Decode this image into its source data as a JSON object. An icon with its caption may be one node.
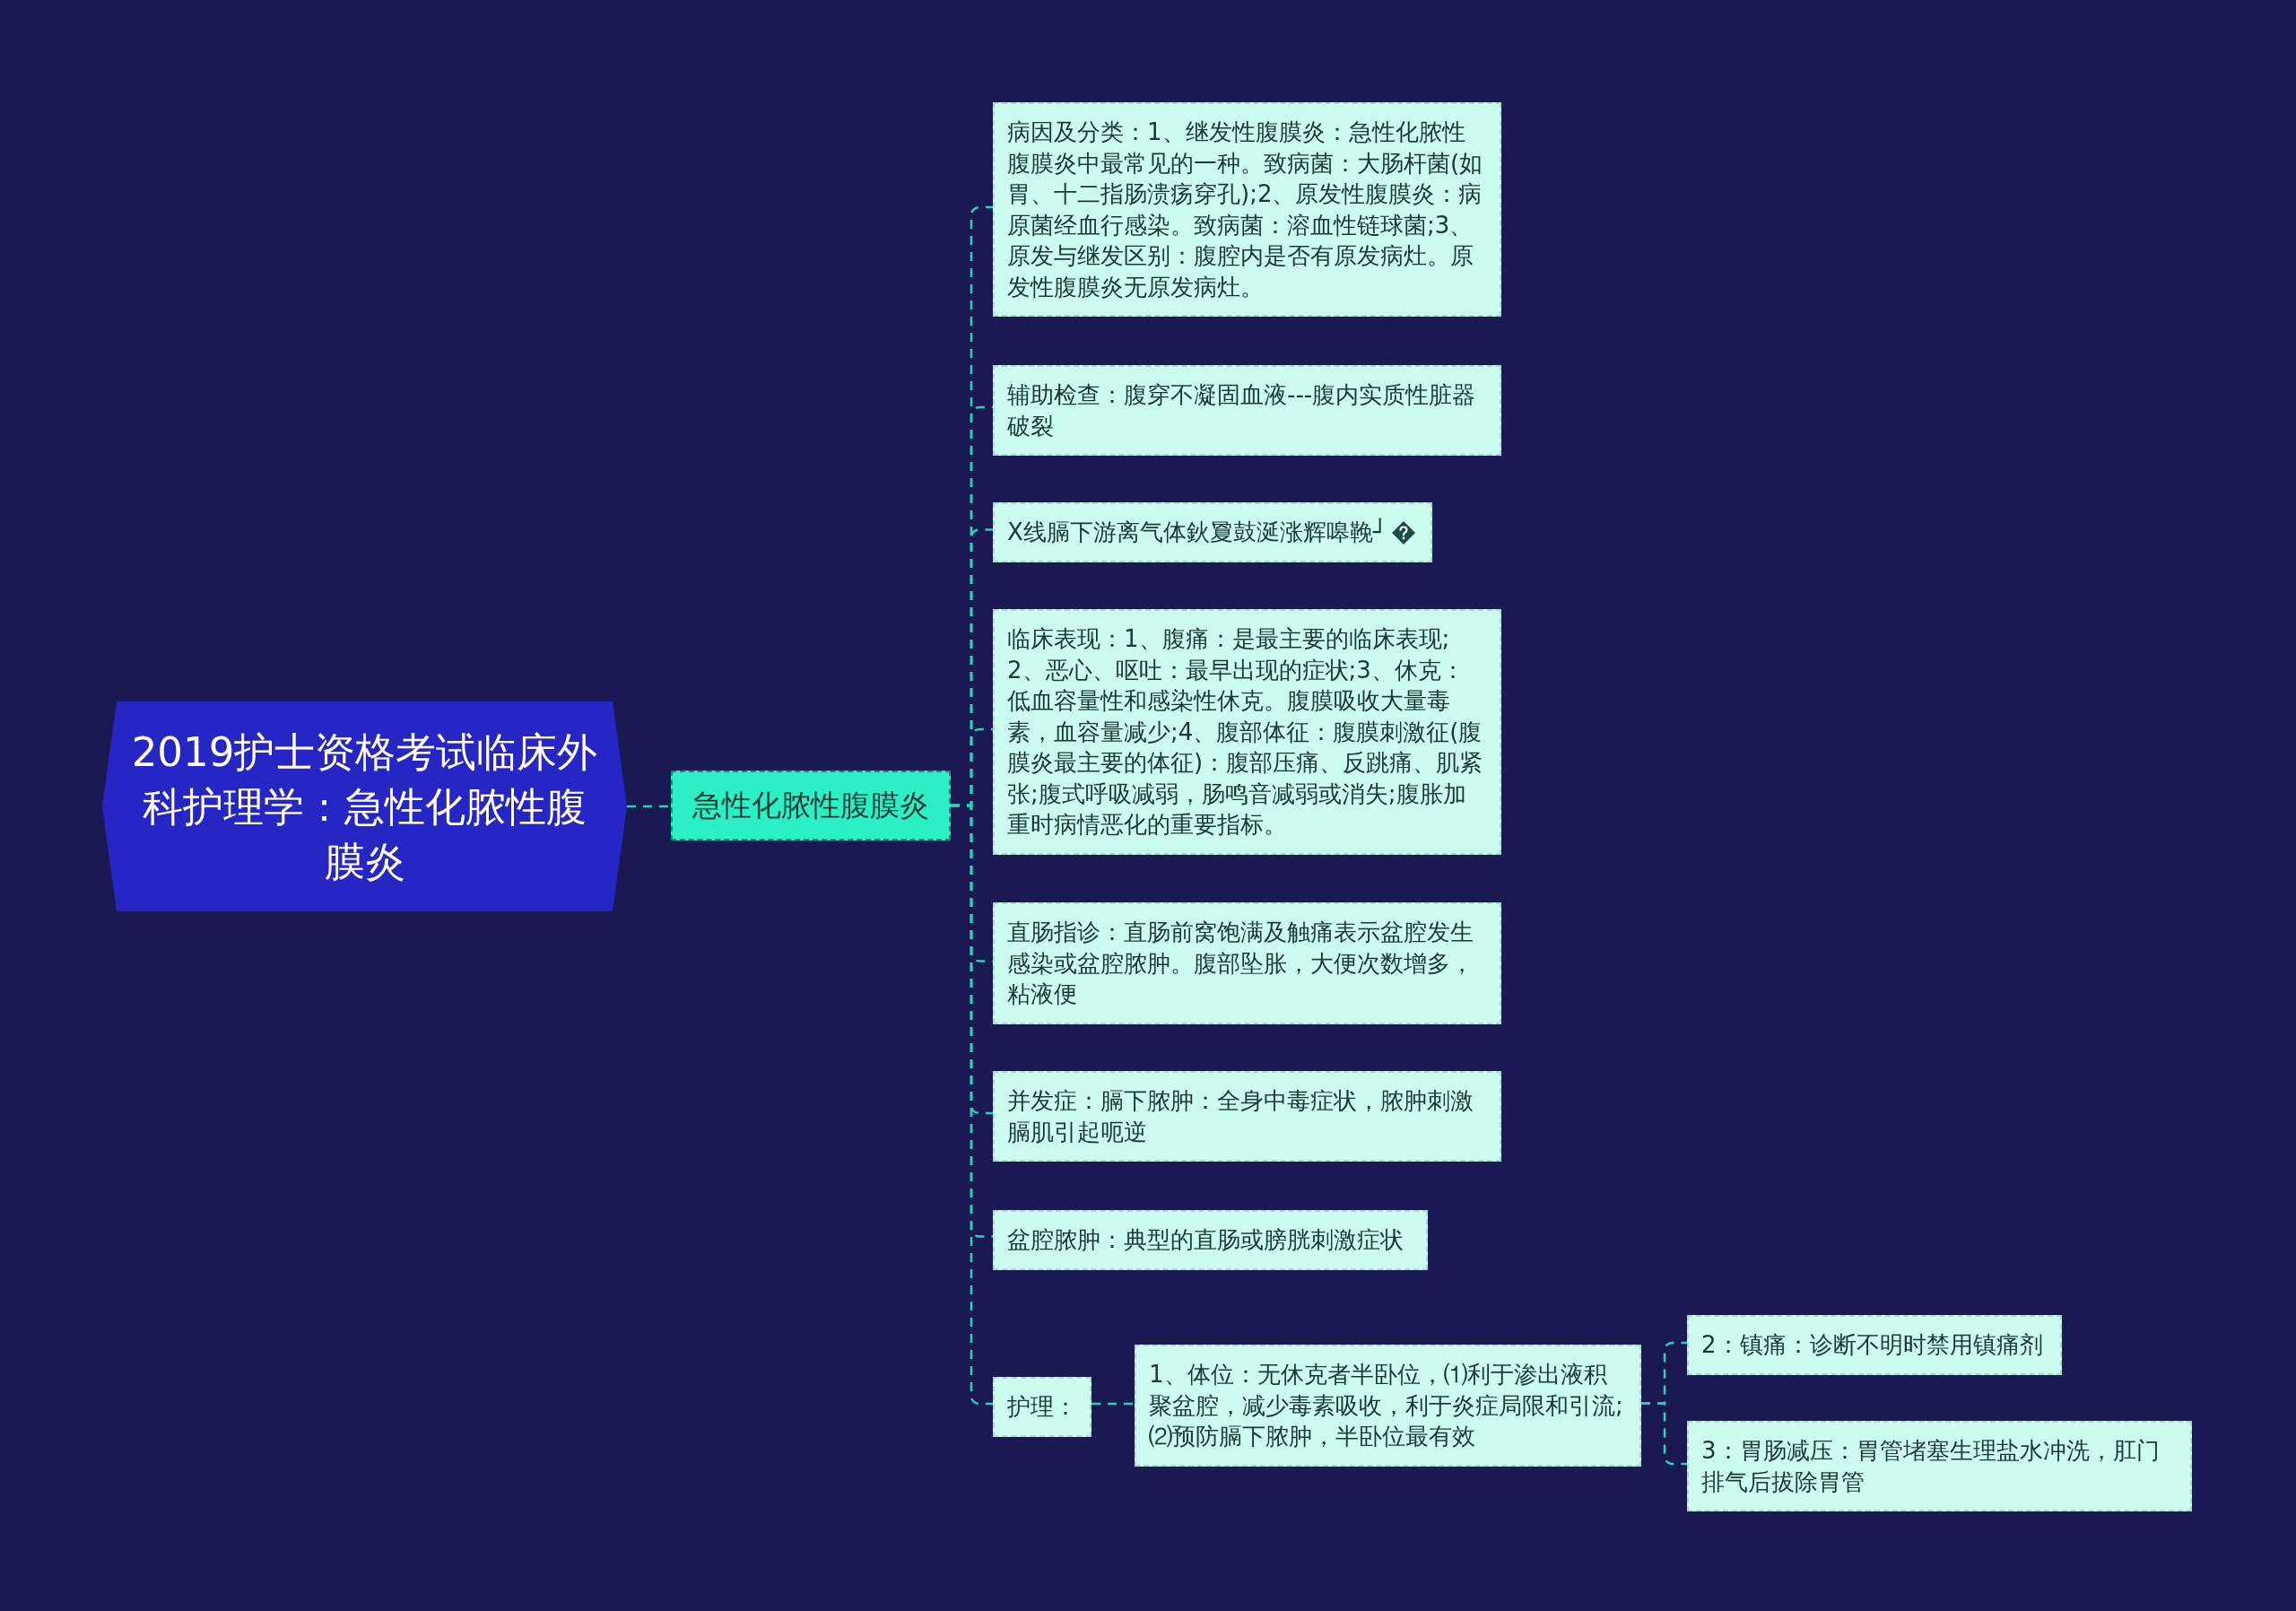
{
  "diagram": {
    "nodes": [
      {
        "text": [
          "2019护士资格考试临床外科护理学：急性化脓性腹膜炎"
        ]
      },
      {
        "text": [
          "急性化脓性腹膜炎"
        ]
      },
      {
        "text": [
          "病因及分类：1、继发性腹膜炎：急性化脓性腹膜炎中最常见的一种。致病菌：大肠杆菌(如胃、十二指肠溃疡穿孔);2、原发性腹膜炎：病原菌经血行感染。致病菌：溶血性链球菌;3、原发与继发区别：腹腔内是否有原发病灶。原发性腹膜炎无原发病灶。"
        ]
      },
      {
        "text": [
          "辅助检查：腹穿不凝固血液---腹内实质性脏器破裂"
        ]
      },
      {
        "text": [
          "X线膈下游离气体鈥夐鼓涎涨辉嗥鞔┘"
        ]
      },
      {
        "text": [
          "临床表现：1、腹痛：是最主要的临床表现;2、恶心、呕吐：最早出现的症状;3、休克：低血容量性和感染性休克。腹膜吸收大量毒素，血容量减少;4、腹部体征：腹膜刺激征(腹膜炎最主要的体征)：腹部压痛、反跳痛、肌紧张;腹式呼吸减弱，肠鸣音减弱或消失;腹胀加重时病情恶化的重要指标。"
        ]
      },
      {
        "text": [
          "直肠指诊：直肠前窝饱满及触痛表示盆腔发生感染或盆腔脓肿。腹部坠胀，大便次数增多，粘液便"
        ]
      },
      {
        "text": [
          "并发症：膈下脓肿：全身中毒症状，脓肿刺激膈肌引起呃逆"
        ]
      },
      {
        "text": [
          "盆腔脓肿：典型的直肠或膀胱刺激症状"
        ]
      },
      {
        "text": [
          "护理："
        ]
      },
      {
        "text": [
          "1、体位：无休克者半卧位，⑴利于渗出液积聚盆腔，减少毒素吸收，利于炎症局限和引流;⑵预防膈下脓肿，半卧位最有效"
        ]
      },
      {
        "text": [
          "2：镇痛：诊断不明时禁用镇痛剂"
        ]
      },
      {
        "text": [
          "3：胃肠减压：胃管堵塞生理盐水冲洗，肛门排气后拔除胃管"
        ]
      }
    ],
    "edges": [
      {
        "from": 0,
        "to": 1,
        "arrow": "none"
      },
      {
        "from": 1,
        "to": 2,
        "arrow": "none"
      },
      {
        "from": 1,
        "to": 3,
        "arrow": "none"
      },
      {
        "from": 1,
        "to": 4,
        "arrow": "none"
      },
      {
        "from": 1,
        "to": 5,
        "arrow": "none"
      },
      {
        "from": 1,
        "to": 6,
        "arrow": "none"
      },
      {
        "from": 1,
        "to": 7,
        "arrow": "none"
      },
      {
        "from": 1,
        "to": 8,
        "arrow": "none"
      },
      {
        "from": 1,
        "to": 9,
        "arrow": "none"
      },
      {
        "from": 9,
        "to": 10,
        "arrow": "none"
      },
      {
        "from": 10,
        "to": 11,
        "arrow": "none"
      },
      {
        "from": 10,
        "to": 12,
        "arrow": "none"
      }
    ]
  }
}
